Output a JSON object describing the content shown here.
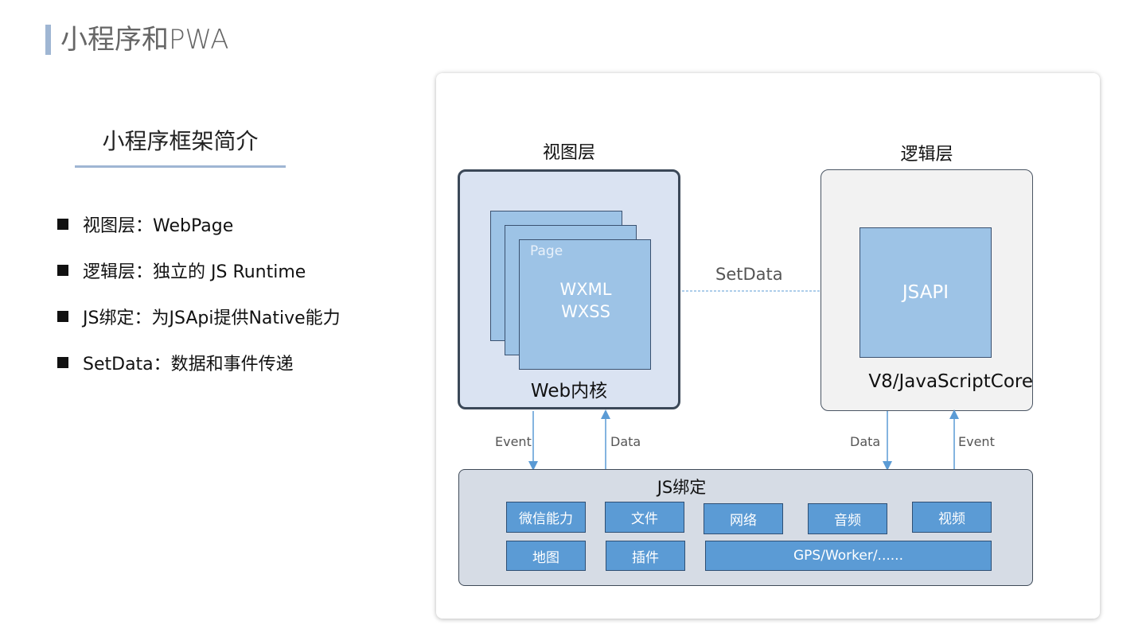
{
  "header": {
    "title": "小程序和PWA"
  },
  "section": {
    "subtitle": "小程序框架简介"
  },
  "bullets": [
    "视图层：WebPage",
    "逻辑层：独立的 JS Runtime",
    "JS绑定：为JSApi提供Native能力",
    "SetData：数据和事件传递"
  ],
  "diagram": {
    "view_layer": {
      "title": "视图层",
      "page_label": "Page",
      "page_content": [
        "WXML",
        "WXSS"
      ],
      "engine": "Web内核"
    },
    "logic_layer": {
      "title": "逻辑层",
      "api": "JSAPI",
      "engine": "V8/JavaScriptCore"
    },
    "connector": {
      "label": "SetData",
      "style": "dashed"
    },
    "arrows": {
      "view_down": "Event",
      "view_up": "Data",
      "logic_down": "Data",
      "logic_up": "Event"
    },
    "binding": {
      "title": "JS绑定",
      "capabilities_row1": [
        "微信能力",
        "文件",
        "网络",
        "音频",
        "视频"
      ],
      "capabilities_row2": [
        "地图",
        "插件",
        "GPS/Worker/......"
      ]
    }
  },
  "colors": {
    "accent": "#9fb6d3",
    "view_layer_bg": "#dae3f2",
    "logic_layer_bg": "#f2f2f2",
    "page_fill": "#9dc3e6",
    "capability_fill": "#5b9bd5",
    "binding_bg": "#d6dce5",
    "arrow": "#5b9bd5"
  }
}
